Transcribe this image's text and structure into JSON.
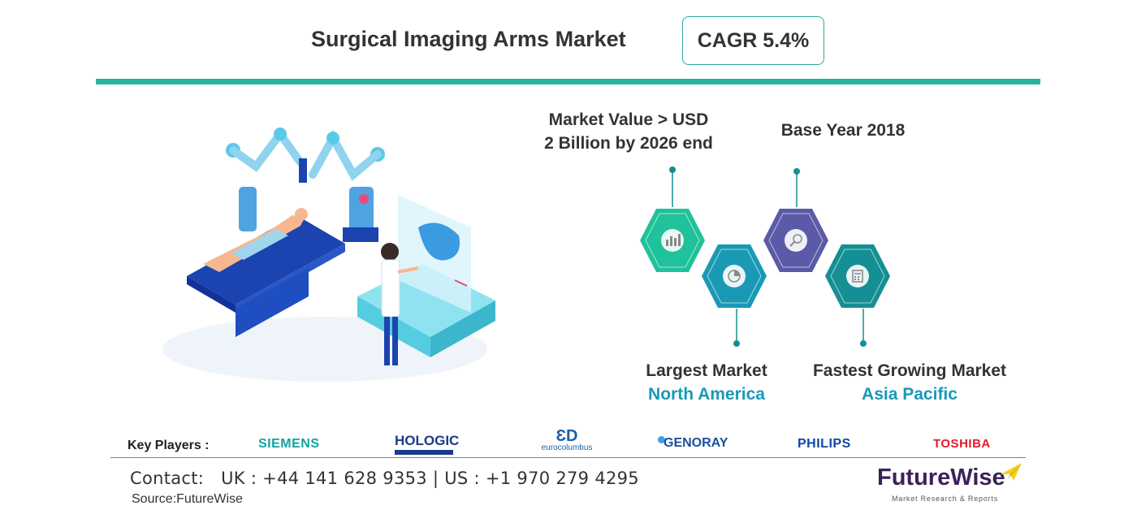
{
  "header": {
    "title": "Surgical Imaging Arms Market",
    "cagr": "CAGR 5.4%"
  },
  "stats": {
    "market_value_line1": "Market Value > USD",
    "market_value_line2": "2 Billion by 2026 end",
    "base_year": "Base Year 2018",
    "largest_market_label": "Largest Market",
    "largest_market_value": "North America",
    "fastest_market_label": "Fastest Growing Market",
    "fastest_market_value": "Asia Pacific"
  },
  "hex_icons": [
    "bar-chart-icon",
    "pie-chart-icon",
    "magnifier-icon",
    "calculator-icon"
  ],
  "colors": {
    "teal": "#27b3a1",
    "hex_green": "#1fc29a",
    "hex_blue": "#1a99b5",
    "hex_purple": "#5a5aa8",
    "hex_dark_teal": "#148f94",
    "accent_text": "#1a99b5"
  },
  "key_players": {
    "label": "Key Players :",
    "logos": [
      "SIEMENS",
      "HOLOGIC",
      "eurocolumbus",
      "GENORAY",
      "PHILIPS",
      "TOSHIBA"
    ]
  },
  "footer": {
    "contact": "Contact:   UK : +44 141 628 9353 | US : +1 970 279 4295",
    "source": "Source:FutureWise",
    "brand": "FutureWise",
    "brand_tagline": "Market Research & Reports"
  }
}
